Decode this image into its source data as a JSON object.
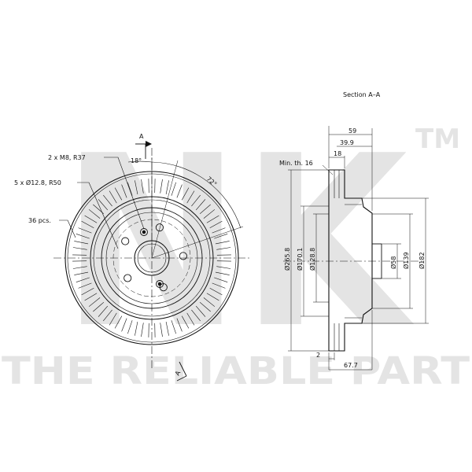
{
  "watermark": {
    "logo": "NK",
    "trademark": "TM",
    "tagline": "THE RELIABLE PART"
  },
  "front_view": {
    "section_marker": "A",
    "bolt_label": "2 x M8, R37",
    "hole_label": "5 x Ø12.8, R50",
    "slots_label": "36 pcs.",
    "angle_18": "18°",
    "angle_72": "72°"
  },
  "section_view": {
    "title": "Section A–A",
    "min_thickness": "Min. th. 16",
    "dims_top": [
      "59",
      "39.9",
      "18"
    ],
    "dims_bottom": [
      "2",
      "67.7"
    ],
    "dia_left": [
      "Ø265.8",
      "Ø170.1",
      "Ø128.8"
    ],
    "dia_right": [
      "Ø58",
      "Ø139",
      "Ø182"
    ]
  },
  "colors": {
    "line": "#111111",
    "watermark": "#e4e4e4"
  }
}
